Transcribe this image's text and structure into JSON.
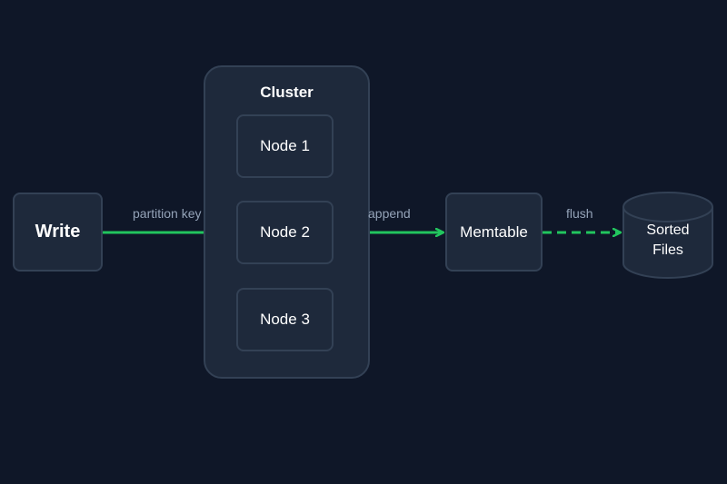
{
  "nodes": {
    "write": "Write",
    "cluster": "Cluster",
    "node1": "Node 1",
    "node2": "Node 2",
    "node3": "Node 3",
    "memtable": "Memtable",
    "sorted_files_line1": "Sorted",
    "sorted_files_line2": "Files"
  },
  "edges": {
    "partition_key": "partition key",
    "append": "append",
    "flush": "flush"
  },
  "colors": {
    "background": "#0f1728",
    "box_fill": "#1e293b",
    "box_border": "#334155",
    "arrow": "#22c55e",
    "edge_label": "#94a3b8"
  }
}
